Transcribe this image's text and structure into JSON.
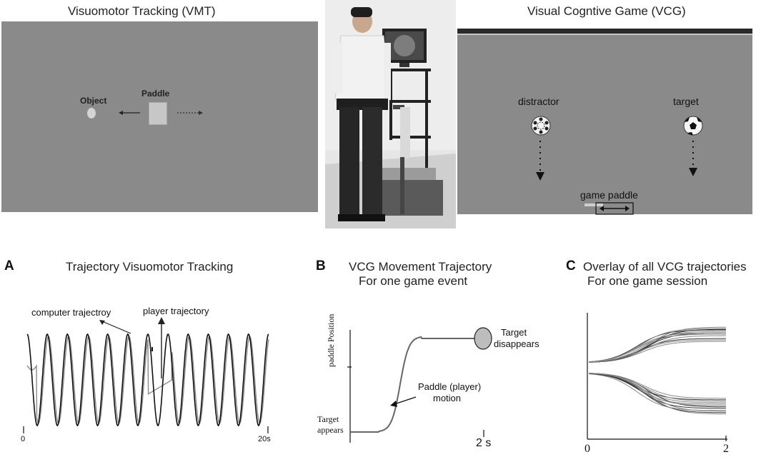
{
  "top": {
    "vmt": {
      "title": "Visuomotor Tracking (VMT)",
      "object_label": "Object",
      "paddle_label": "Paddle"
    },
    "vcg": {
      "title": "Visual Cogntive Game (VCG)",
      "distractor_label": "distractor",
      "target_label": "target",
      "paddle_label": "game paddle"
    }
  },
  "panel_a": {
    "letter": "A",
    "title": "Trajectory Visuomotor Tracking",
    "computer_label": "computer trajectroy",
    "player_label": "player trajectory",
    "x_start": "0",
    "x_end": "20s"
  },
  "panel_b": {
    "letter": "B",
    "title_line1": "VCG Movement Trajectory",
    "title_line2": "For one game event",
    "ylabel": "paddle Position",
    "target_appears": "Target appears",
    "target_disappears_1": "Target",
    "target_disappears_2": "disappears",
    "paddle_motion_1": "Paddle (player)",
    "paddle_motion_2": "motion",
    "time_label": "2 s"
  },
  "panel_c": {
    "letter": "C",
    "title_line1": "Overlay of all VCG trajectories",
    "title_line2": "For one game session",
    "x_start": "0",
    "x_end": "2"
  },
  "chart_data": [
    {
      "type": "line",
      "title": "Trajectory Visuomotor Tracking",
      "series": [
        {
          "name": "computer trajectroy",
          "cycles": 12
        },
        {
          "name": "player trajectory"
        }
      ],
      "x_ticks": [
        "0",
        "20s"
      ]
    },
    {
      "type": "line",
      "title": "VCG Movement Trajectory For one game event",
      "ylabel": "paddle Position",
      "annotations": [
        "Target appears",
        "Target disappears",
        "Paddle (player) motion"
      ],
      "x_ticks": [
        "2 s"
      ]
    },
    {
      "type": "line",
      "title": "Overlay of all VCG trajectories For one game session",
      "x_ticks": [
        "0",
        "2"
      ]
    }
  ]
}
